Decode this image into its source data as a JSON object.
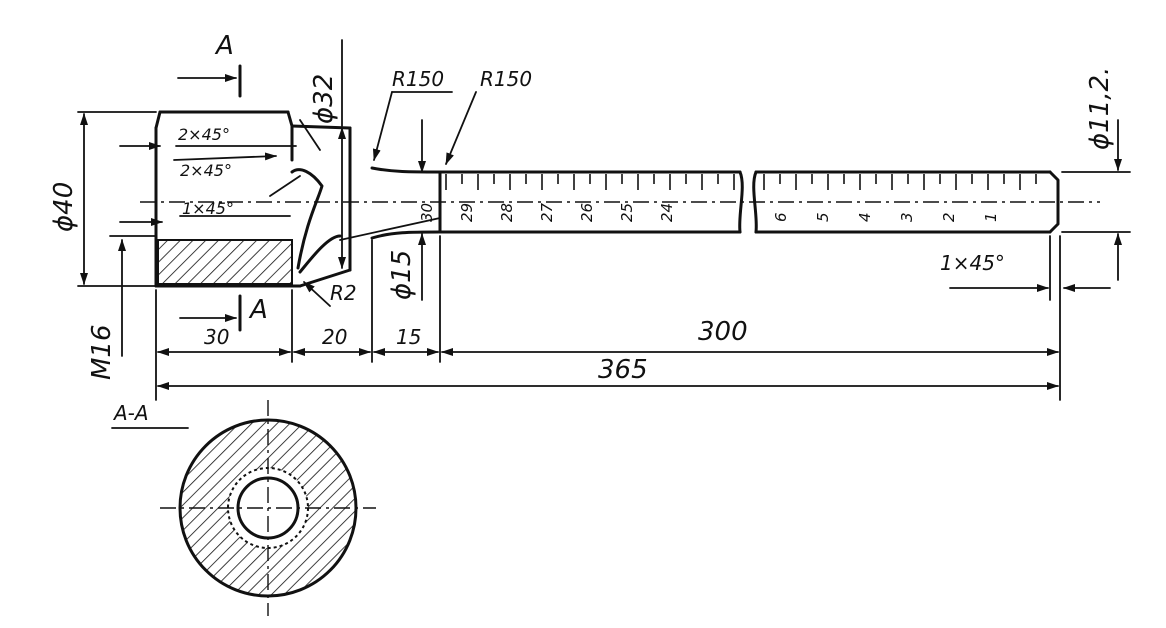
{
  "section_marks": {
    "top": "A",
    "bottom": "A",
    "view_title": "A-A"
  },
  "diameters": {
    "d40": "ϕ40",
    "d32": "ϕ32",
    "d15": "ϕ15",
    "d11": "ϕ11,2."
  },
  "radii": {
    "r150_a": "R150",
    "r150_b": "R150",
    "r2": "R2"
  },
  "chamfers": {
    "c1": "2×45°",
    "c2": "2×45°",
    "c3": "1×45°",
    "c4": "1×45°"
  },
  "lengths": {
    "l30": "30",
    "l20": "20",
    "l15": "15",
    "l300": "300",
    "l365": "365",
    "m16": "M16"
  },
  "scale_left": [
    "30",
    "29",
    "28",
    "27",
    "26",
    "25",
    "24"
  ],
  "scale_right": [
    "6",
    "5",
    "4",
    "3",
    "2",
    "1"
  ]
}
